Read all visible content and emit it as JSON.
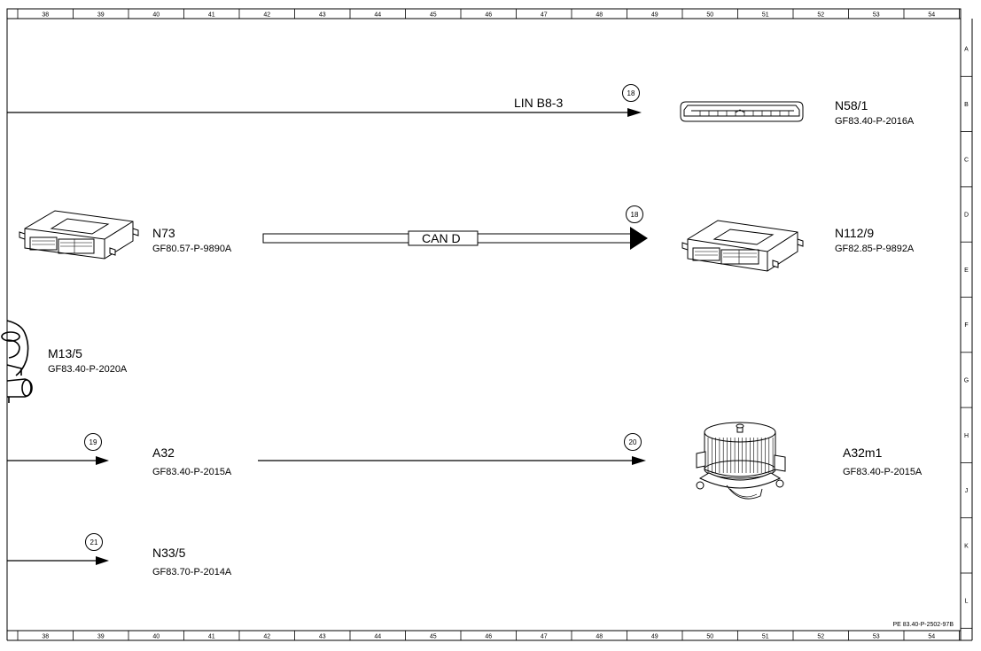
{
  "grid": {
    "columns": [
      "38",
      "39",
      "40",
      "41",
      "42",
      "43",
      "44",
      "45",
      "46",
      "47",
      "48",
      "49",
      "50",
      "51",
      "52",
      "53",
      "54"
    ],
    "rows": [
      "A",
      "B",
      "C",
      "D",
      "E",
      "F",
      "G",
      "H",
      "J",
      "K",
      "L"
    ]
  },
  "components": {
    "n58_1": {
      "name": "N58/1",
      "code": "GF83.40-P-2016A"
    },
    "n73": {
      "name": "N73",
      "code": "GF80.57-P-9890A"
    },
    "n112_9": {
      "name": "N112/9",
      "code": "GF82.85-P-9892A"
    },
    "m13_5": {
      "name": "M13/5",
      "code": "GF83.40-P-2020A"
    },
    "a32": {
      "name": "A32",
      "code": "GF83.40-P-2015A"
    },
    "a32m1": {
      "name": "A32m1",
      "code": "GF83.40-P-2015A"
    },
    "n33_5": {
      "name": "N33/5",
      "code": "GF83.70-P-2014A"
    }
  },
  "signals": {
    "lin": "LIN B8-3",
    "can": "CAN D"
  },
  "refs": {
    "lin_ref": "18",
    "can_ref": "18",
    "a32_left_ref": "19",
    "a32_right_ref": "20",
    "n33_ref": "21"
  },
  "footer": {
    "doc_id": "PE 83.40-P-2502-97B"
  }
}
